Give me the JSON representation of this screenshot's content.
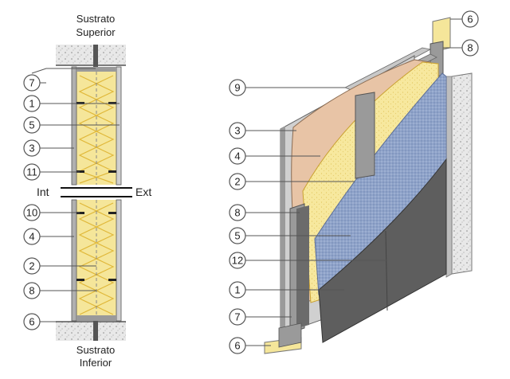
{
  "section": {
    "top_label": [
      "Sustrato",
      "Superior"
    ],
    "bottom_label": [
      "Sustrato",
      "Inferior"
    ],
    "int_label": "Int",
    "ext_label": "Ext",
    "callouts": [
      "7",
      "1",
      "5",
      "3",
      "11",
      "10",
      "4",
      "2",
      "8",
      "6"
    ]
  },
  "iso": {
    "right_callouts": [
      "6",
      "8"
    ],
    "left_callouts": [
      "9",
      "3",
      "4",
      "2",
      "8",
      "5",
      "12",
      "1",
      "7",
      "6"
    ]
  },
  "colors": {
    "insulation": "#f5e69a",
    "insulation_line": "#e0b83a",
    "gypsum": "#e8c4a6",
    "board_gray": "#c8c8c8",
    "steel": "#9a9a9a",
    "steel_dark": "#6b6b6b",
    "membrane": "#8fa3c9",
    "cladding": "#5e5e5e",
    "concrete": "#e4e4e4"
  }
}
